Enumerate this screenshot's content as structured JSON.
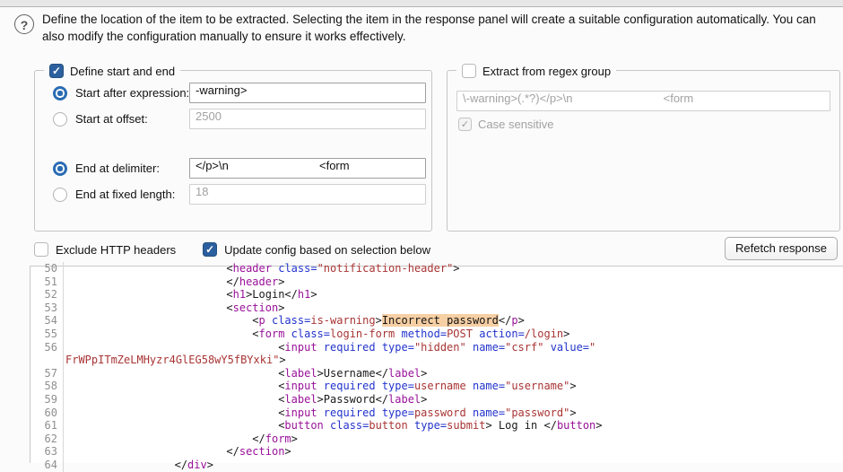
{
  "header": {
    "help_glyph": "?",
    "description": "Define the location of the item to be extracted. Selecting the item in the response panel will create a suitable configuration automatically. You can also modify the configuration manually to ensure it works effectively."
  },
  "define_group": {
    "title": "Define start and end",
    "start_expression_label": "Start after expression:",
    "start_expression_value": "-warning>",
    "start_offset_label": "Start at offset:",
    "start_offset_value": "2500",
    "end_delimiter_label": "End at delimiter:",
    "end_delimiter_value": "</p>\\n                            <form",
    "end_length_label": "End at fixed length:",
    "end_length_value": "18"
  },
  "regex_group": {
    "title": "Extract from regex group",
    "pattern_value": "\\-warning>(.*?)</p>\\n                            <form",
    "case_sensitive_label": "Case sensitive"
  },
  "options": {
    "exclude_headers_label": "Exclude HTTP headers",
    "update_config_label": "Update config based on selection below"
  },
  "refetch_button_label": "Refetch response",
  "colors": {
    "accent_blue": "#2c5f9e",
    "tag": "#991199",
    "attribute": "#2233cc",
    "value": "#a93434",
    "selection_highlight": "#f6cfa4"
  },
  "code": {
    "rows": [
      {
        "n": "50",
        "wrap": false,
        "tokens": [
          [
            "p",
            "                        <"
          ],
          [
            "t",
            "header"
          ],
          [
            "p",
            " "
          ],
          [
            "a",
            "class="
          ],
          [
            "v",
            "\"notification-header\""
          ],
          [
            "p",
            ">"
          ]
        ]
      },
      {
        "n": "51",
        "wrap": false,
        "tokens": [
          [
            "p",
            "                        </"
          ],
          [
            "t",
            "header"
          ],
          [
            "p",
            ">"
          ]
        ]
      },
      {
        "n": "52",
        "wrap": false,
        "tokens": [
          [
            "p",
            "                        <"
          ],
          [
            "t",
            "h1"
          ],
          [
            "p",
            ">Login</"
          ],
          [
            "t",
            "h1"
          ],
          [
            "p",
            ">"
          ]
        ]
      },
      {
        "n": "53",
        "wrap": false,
        "tokens": [
          [
            "p",
            "                        <"
          ],
          [
            "t",
            "section"
          ],
          [
            "p",
            ">"
          ]
        ]
      },
      {
        "n": "54",
        "wrap": false,
        "tokens": [
          [
            "p",
            "                            <"
          ],
          [
            "t",
            "p"
          ],
          [
            "p",
            " "
          ],
          [
            "a",
            "class="
          ],
          [
            "v",
            "is-warning"
          ],
          [
            "p",
            ">"
          ],
          [
            "h",
            "Incorrect password"
          ],
          [
            "p",
            "</"
          ],
          [
            "t",
            "p"
          ],
          [
            "p",
            ">"
          ]
        ]
      },
      {
        "n": "55",
        "wrap": false,
        "tokens": [
          [
            "p",
            "                            <"
          ],
          [
            "t",
            "form"
          ],
          [
            "p",
            " "
          ],
          [
            "a",
            "class="
          ],
          [
            "v",
            "login-form"
          ],
          [
            "p",
            " "
          ],
          [
            "a",
            "method="
          ],
          [
            "v",
            "POST"
          ],
          [
            "p",
            " "
          ],
          [
            "a",
            "action="
          ],
          [
            "v",
            "/login"
          ],
          [
            "p",
            ">"
          ]
        ]
      },
      {
        "n": "56",
        "wrap": false,
        "tokens": [
          [
            "p",
            "                                <"
          ],
          [
            "t",
            "input"
          ],
          [
            "p",
            " "
          ],
          [
            "a",
            "required"
          ],
          [
            "p",
            " "
          ],
          [
            "a",
            "type="
          ],
          [
            "v",
            "\"hidden\""
          ],
          [
            "p",
            " "
          ],
          [
            "a",
            "name="
          ],
          [
            "v",
            "\"csrf\""
          ],
          [
            "p",
            " "
          ],
          [
            "a",
            "value="
          ],
          [
            "v",
            "\""
          ]
        ]
      },
      {
        "n": "",
        "wrap": true,
        "tokens": [
          [
            "v",
            "FrWPpITmZeLMHyzr4GlEG58wY5fBYxki\""
          ],
          [
            "p",
            ">"
          ]
        ]
      },
      {
        "n": "57",
        "wrap": false,
        "tokens": [
          [
            "p",
            "                                <"
          ],
          [
            "t",
            "label"
          ],
          [
            "p",
            ">Username</"
          ],
          [
            "t",
            "label"
          ],
          [
            "p",
            ">"
          ]
        ]
      },
      {
        "n": "58",
        "wrap": false,
        "tokens": [
          [
            "p",
            "                                <"
          ],
          [
            "t",
            "input"
          ],
          [
            "p",
            " "
          ],
          [
            "a",
            "required"
          ],
          [
            "p",
            " "
          ],
          [
            "a",
            "type="
          ],
          [
            "v",
            "username"
          ],
          [
            "p",
            " "
          ],
          [
            "a",
            "name="
          ],
          [
            "v",
            "\"username\""
          ],
          [
            "p",
            ">"
          ]
        ]
      },
      {
        "n": "59",
        "wrap": false,
        "tokens": [
          [
            "p",
            "                                <"
          ],
          [
            "t",
            "label"
          ],
          [
            "p",
            ">Password</"
          ],
          [
            "t",
            "label"
          ],
          [
            "p",
            ">"
          ]
        ]
      },
      {
        "n": "60",
        "wrap": false,
        "tokens": [
          [
            "p",
            "                                <"
          ],
          [
            "t",
            "input"
          ],
          [
            "p",
            " "
          ],
          [
            "a",
            "required"
          ],
          [
            "p",
            " "
          ],
          [
            "a",
            "type="
          ],
          [
            "v",
            "password"
          ],
          [
            "p",
            " "
          ],
          [
            "a",
            "name="
          ],
          [
            "v",
            "\"password\""
          ],
          [
            "p",
            ">"
          ]
        ]
      },
      {
        "n": "61",
        "wrap": false,
        "tokens": [
          [
            "p",
            "                                <"
          ],
          [
            "t",
            "button"
          ],
          [
            "p",
            " "
          ],
          [
            "a",
            "class="
          ],
          [
            "v",
            "button"
          ],
          [
            "p",
            " "
          ],
          [
            "a",
            "type="
          ],
          [
            "v",
            "submit"
          ],
          [
            "p",
            "> Log in </"
          ],
          [
            "t",
            "button"
          ],
          [
            "p",
            ">"
          ]
        ]
      },
      {
        "n": "62",
        "wrap": false,
        "tokens": [
          [
            "p",
            "                            </"
          ],
          [
            "t",
            "form"
          ],
          [
            "p",
            ">"
          ]
        ]
      },
      {
        "n": "63",
        "wrap": false,
        "tokens": [
          [
            "p",
            "                        </"
          ],
          [
            "t",
            "section"
          ],
          [
            "p",
            ">"
          ]
        ]
      },
      {
        "n": "64",
        "wrap": false,
        "tokens": [
          [
            "p",
            "                </"
          ],
          [
            "t",
            "div"
          ],
          [
            "p",
            ">"
          ]
        ]
      }
    ]
  }
}
